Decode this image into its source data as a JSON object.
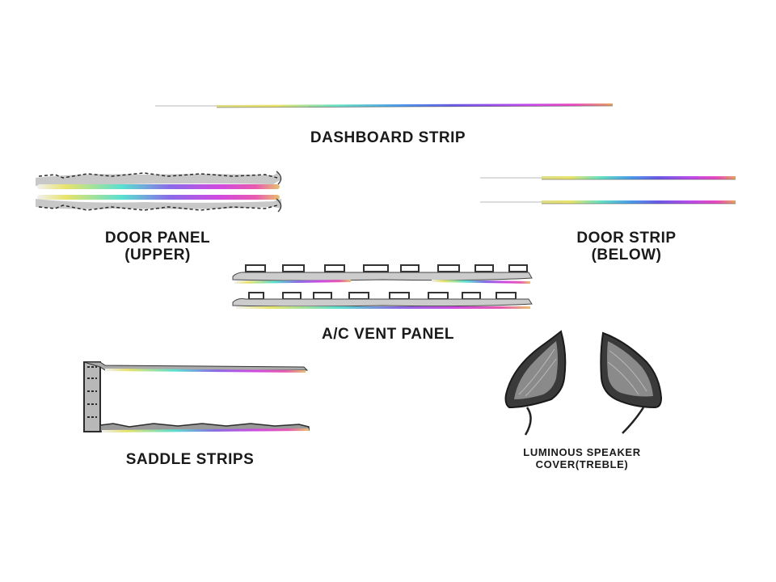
{
  "labels": {
    "dashboard_strip": "DASHBOARD STRIP",
    "door_panel_line1": "DOOR PANEL",
    "door_panel_line2": "(UPPER)",
    "door_strip_line1": "DOOR STRIP",
    "door_strip_line2": "(BELOW)",
    "ac_vent_panel": "A/C VENT PANEL",
    "saddle_strips": "SADDLE STRIPS",
    "speaker_cover_line1": "LUMINOUS SPEAKER",
    "speaker_cover_line2": "COVER(TREBLE)"
  },
  "colors": {
    "background": "#ffffff",
    "text": "#1a1a1a",
    "gradient": [
      "#e8e36a",
      "#67e0c0",
      "#4aa0e8",
      "#6a5ae8",
      "#c04ae8",
      "#e84ac0",
      "#e8a060"
    ],
    "frame": "#2b2b2b"
  }
}
